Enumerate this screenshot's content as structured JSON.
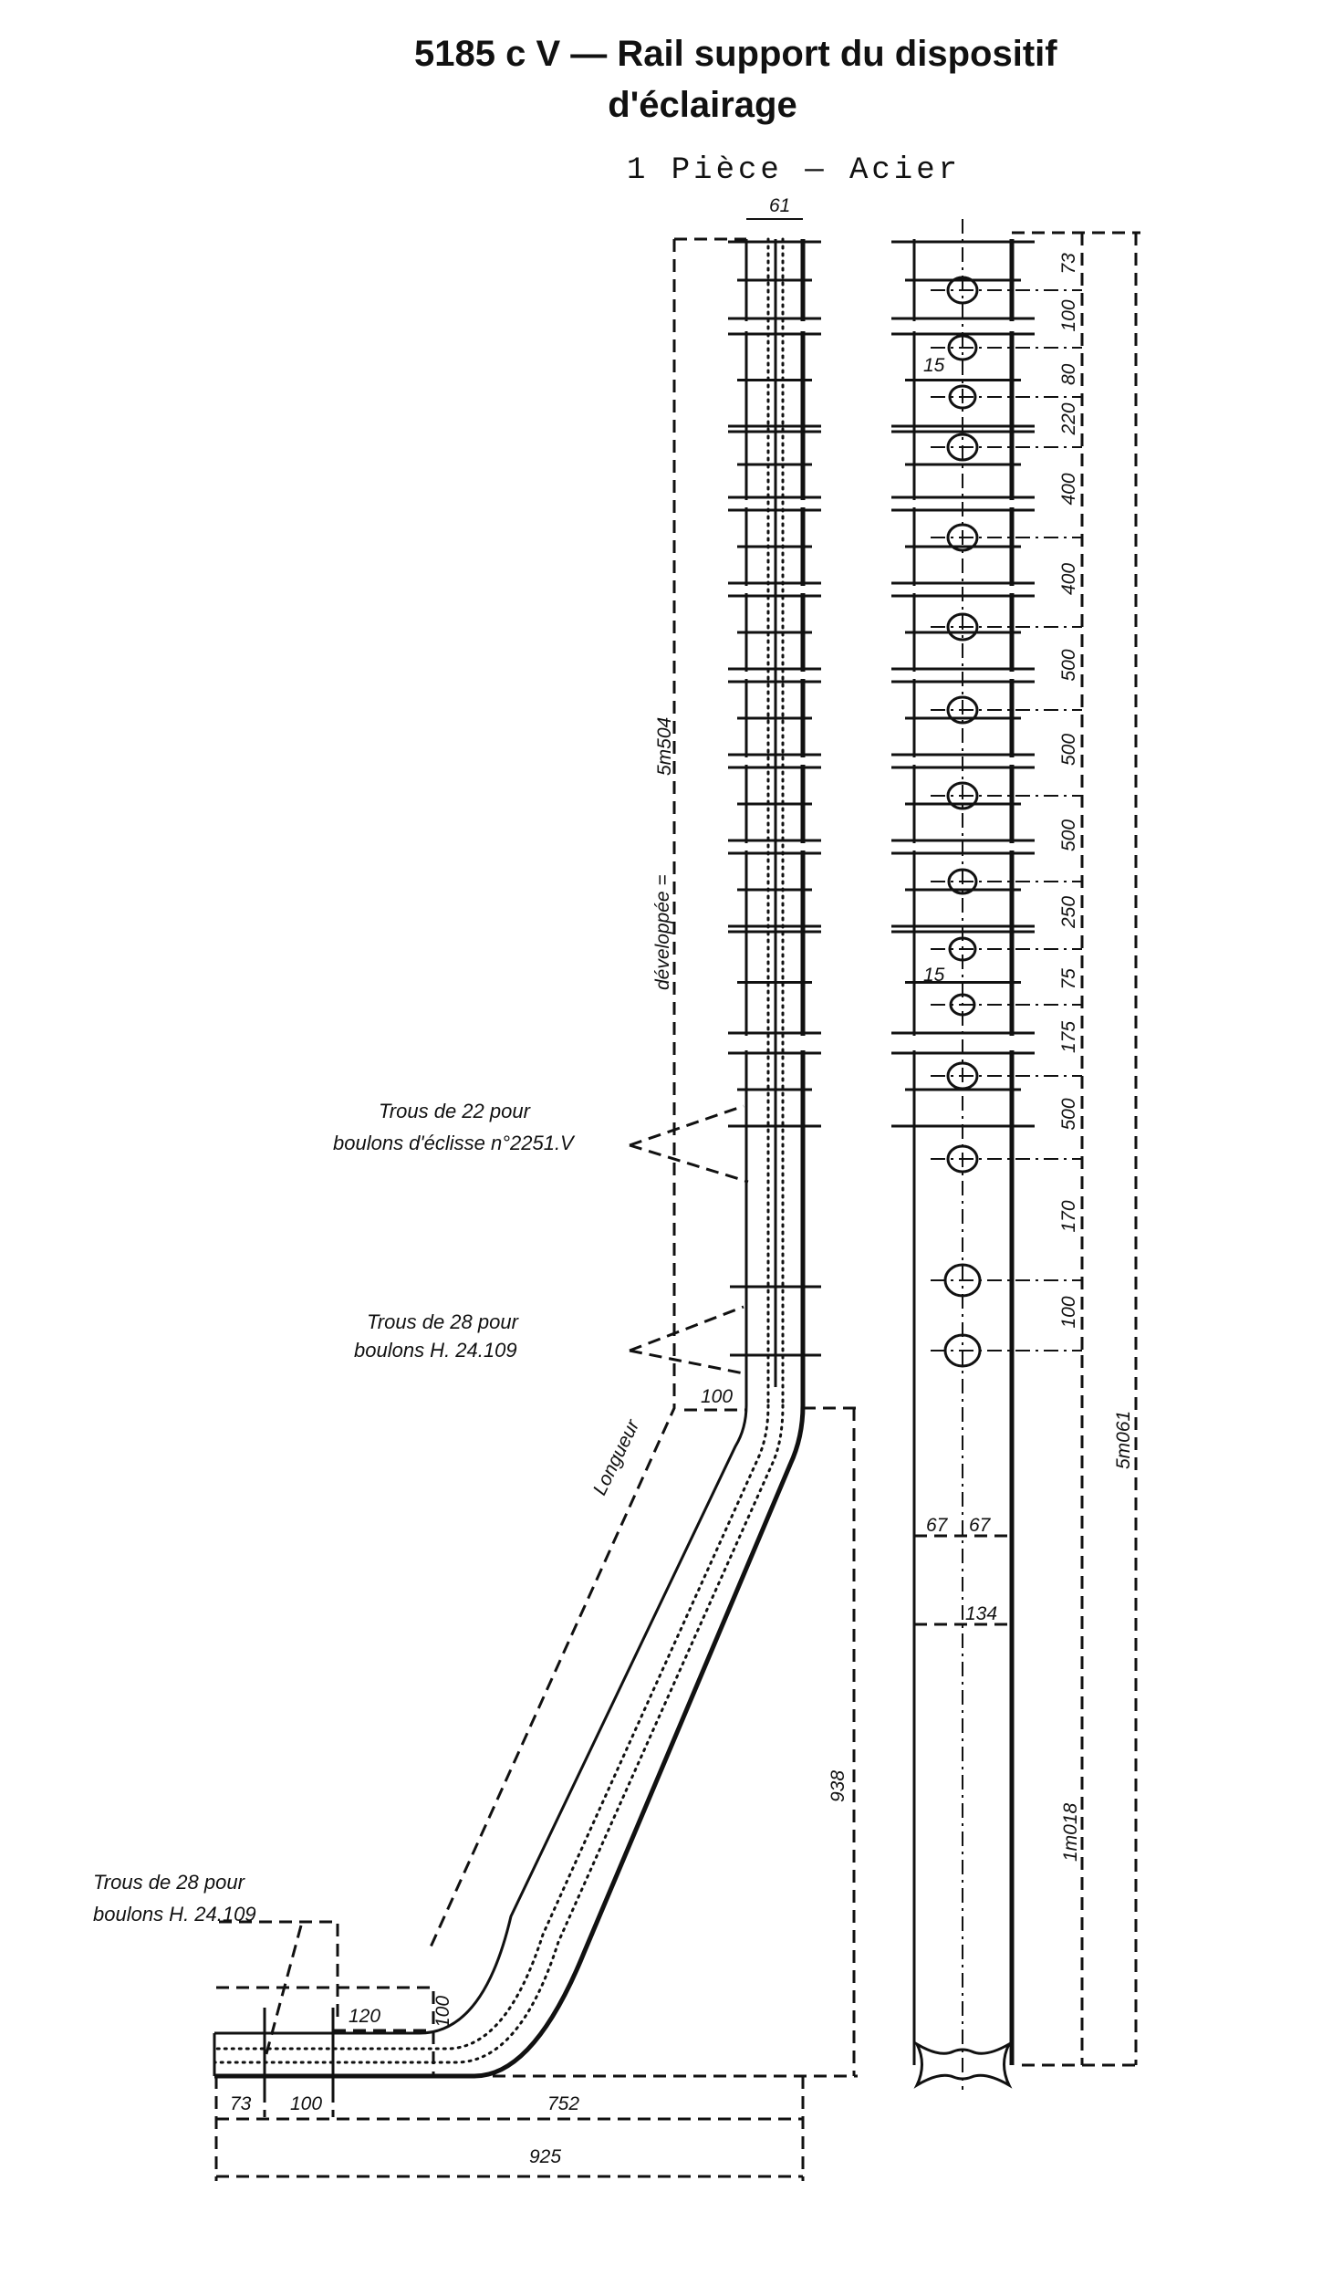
{
  "title": {
    "line1": "5185 c V — Rail support du dispositif",
    "line2": "d'éclairage",
    "line3": "1 Pièce — Acier"
  },
  "left_view": {
    "width_label": "61",
    "developed_length": "5m504",
    "developed_word": "développée =",
    "length_word": "Longueur",
    "bend_offset": "100",
    "height_938": "938",
    "note_holes_22_line1": "Trous de 22 pour",
    "note_holes_22_line2": "boulons d'éclisse n°2251.V",
    "note_holes_28_line1": "Trous de 28 pour",
    "note_holes_28_line2": "boulons H. 24.109",
    "note_bottom_line1": "Trous de 28 pour",
    "note_bottom_line2": "boulons H. 24.109",
    "foot_120": "120",
    "foot_100_vertical": "100",
    "foot_73": "73",
    "foot_100": "100",
    "foot_752": "752",
    "foot_925": "925"
  },
  "right_view": {
    "hole_spacings": [
      "73",
      "100",
      "80",
      "220",
      "400",
      "400",
      "500",
      "500",
      "500",
      "250",
      "75",
      "175",
      "500",
      "170",
      "100"
    ],
    "hole_15_a": "15",
    "hole_15_b": "15",
    "total_length": "5m061",
    "half_width_left": "67",
    "half_width_right": "67",
    "width": "134",
    "lower_length": "1m018"
  }
}
